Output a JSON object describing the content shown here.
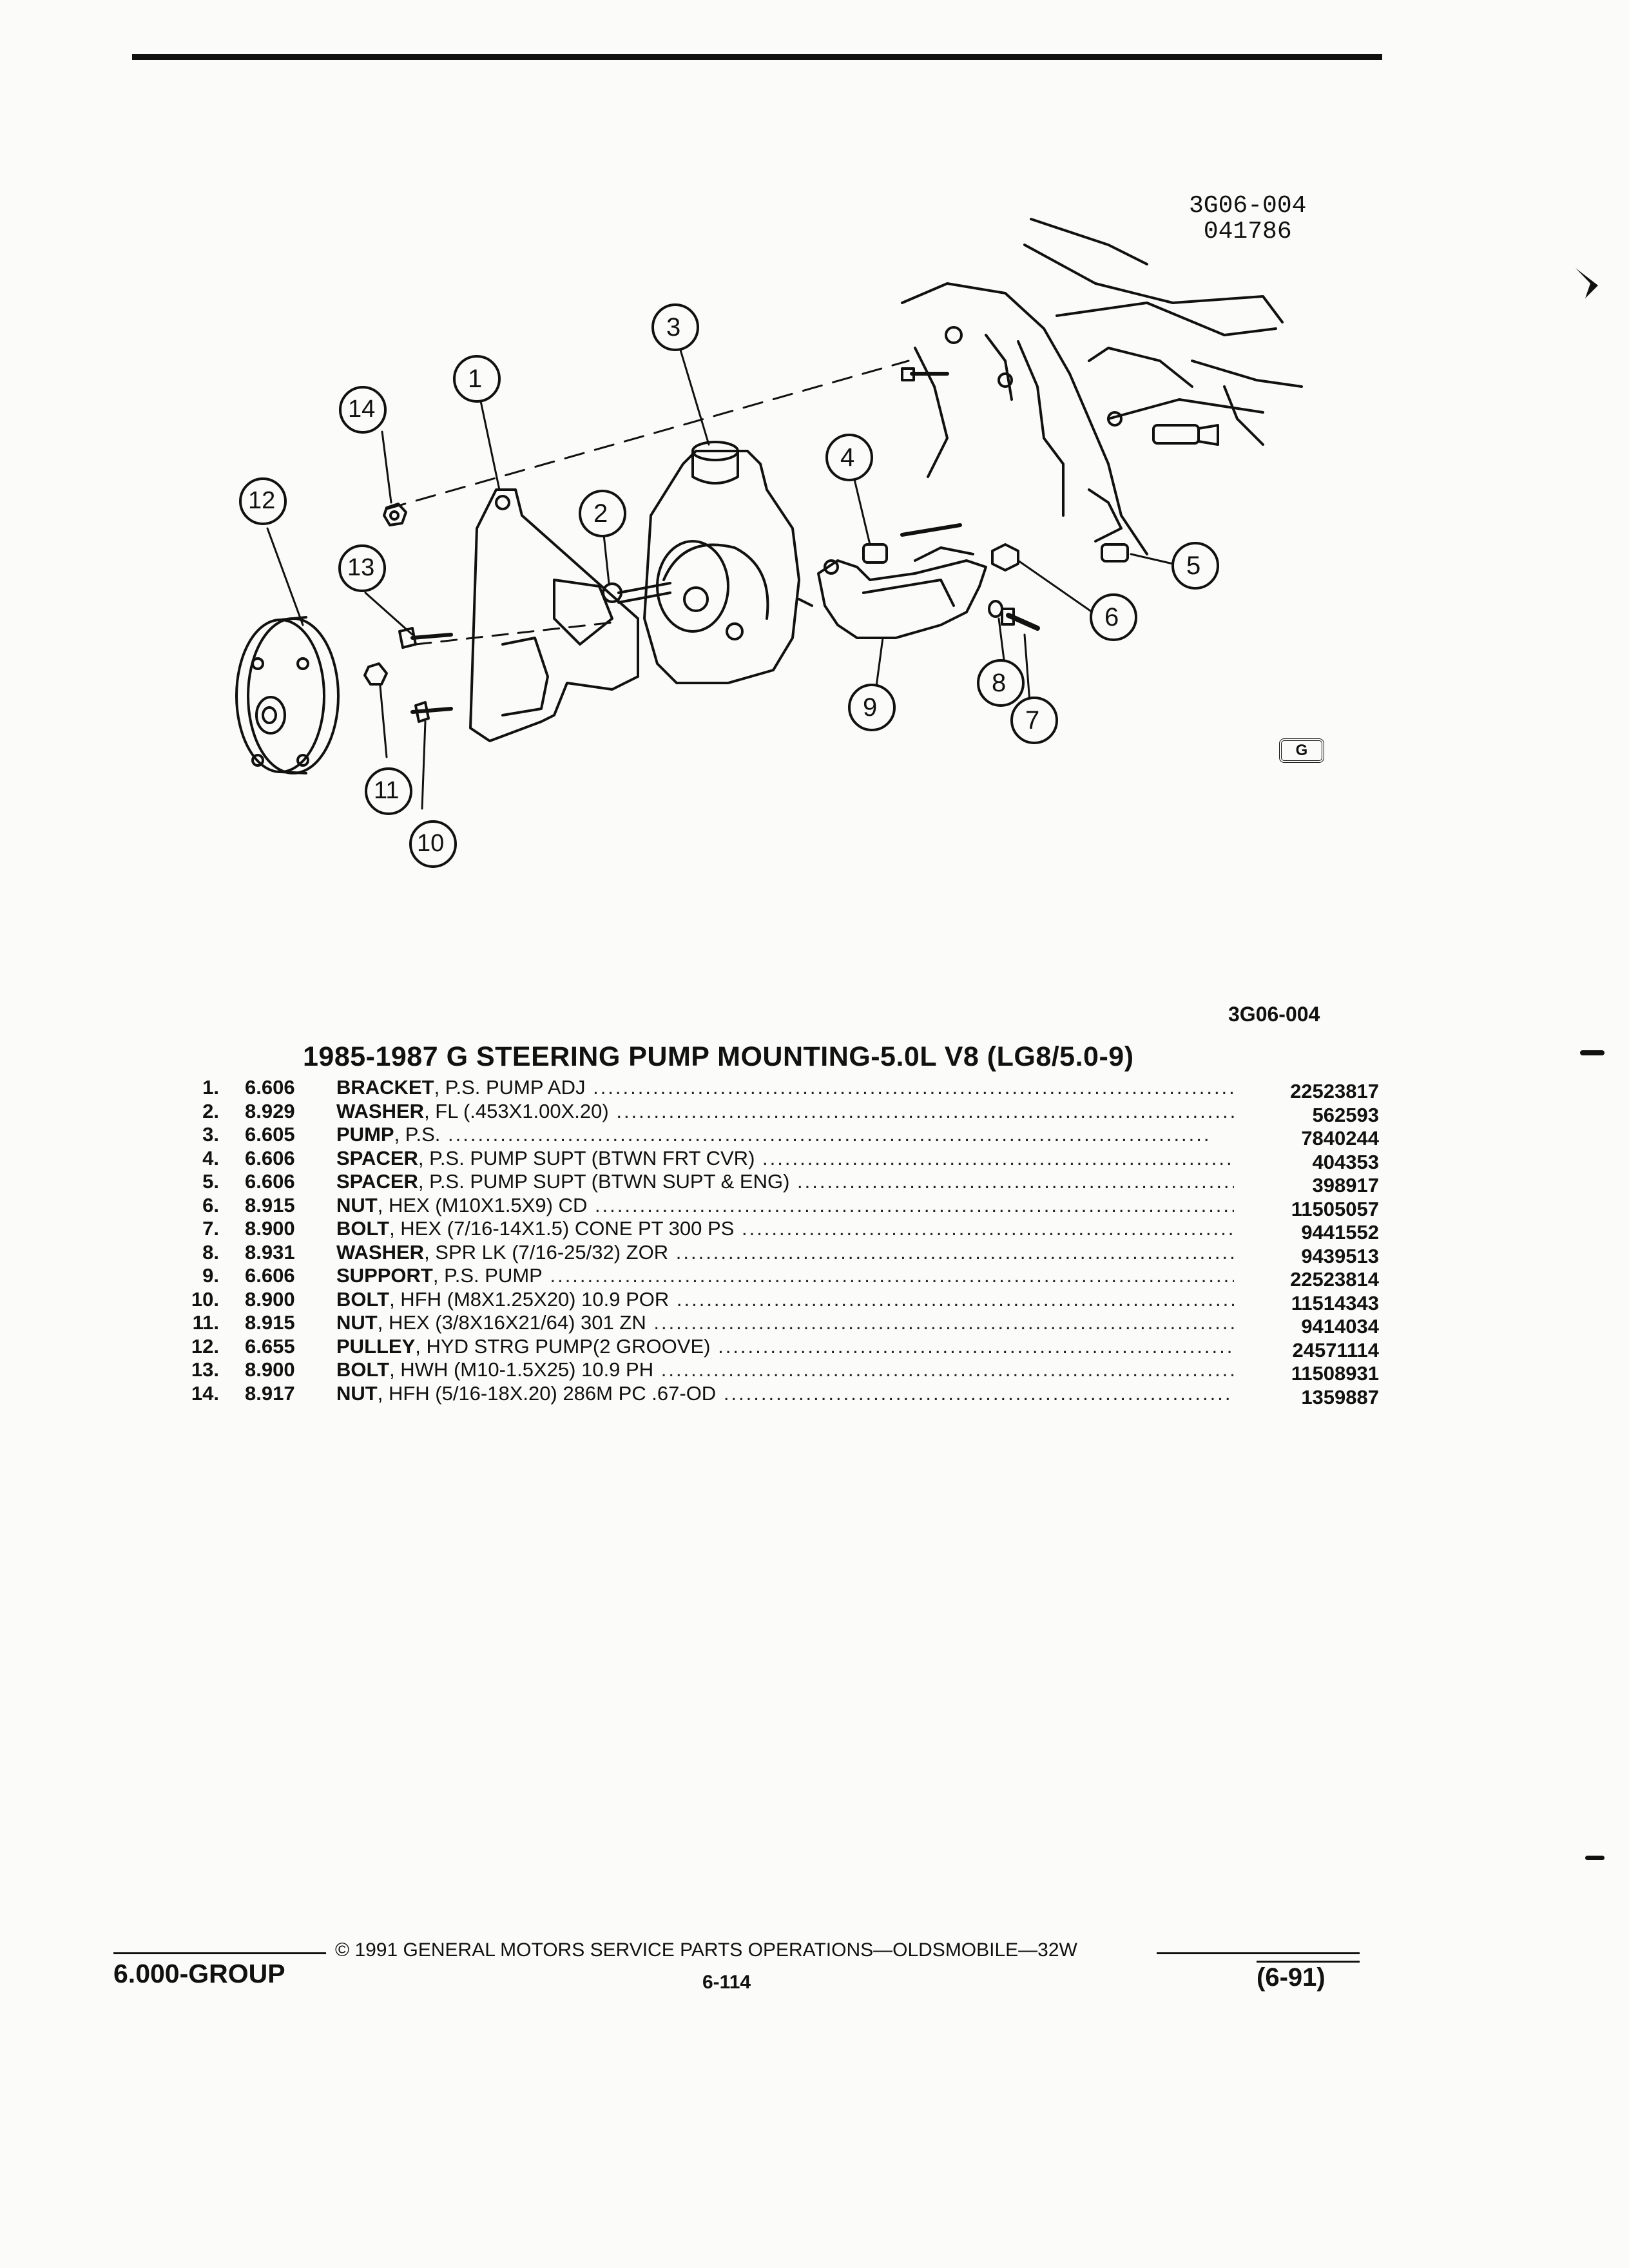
{
  "figure": {
    "id_line1": "3G06-004",
    "id_line2": "041786",
    "code": "3G06-004",
    "callouts": [
      "1",
      "2",
      "3",
      "4",
      "5",
      "6",
      "7",
      "8",
      "9",
      "10",
      "11",
      "12",
      "13",
      "14"
    ],
    "logo_letter": "G"
  },
  "title": "1985-1987 G STEERING PUMP MOUNTING-5.0L V8 (LG8/5.0-9)",
  "parts": [
    {
      "num": "1.",
      "group": "6.606",
      "name": "BRACKET",
      "desc": ", P.S. PUMP ADJ",
      "pn": "22523817"
    },
    {
      "num": "2.",
      "group": "8.929",
      "name": "WASHER",
      "desc": ", FL (.453X1.00X.20)",
      "pn": "562593"
    },
    {
      "num": "3.",
      "group": "6.605",
      "name": "PUMP",
      "desc": ", P.S.",
      "pn": "7840244"
    },
    {
      "num": "4.",
      "group": "6.606",
      "name": "SPACER",
      "desc": ", P.S. PUMP SUPT (BTWN FRT CVR)",
      "pn": "404353"
    },
    {
      "num": "5.",
      "group": "6.606",
      "name": "SPACER",
      "desc": ", P.S. PUMP SUPT (BTWN SUPT & ENG)",
      "pn": "398917"
    },
    {
      "num": "6.",
      "group": "8.915",
      "name": "NUT",
      "desc": ", HEX (M10X1.5X9) CD",
      "pn": "11505057"
    },
    {
      "num": "7.",
      "group": "8.900",
      "name": "BOLT",
      "desc": ", HEX (7/16-14X1.5) CONE PT 300 PS",
      "pn": "9441552"
    },
    {
      "num": "8.",
      "group": "8.931",
      "name": "WASHER",
      "desc": ", SPR LK (7/16-25/32) ZOR",
      "pn": "9439513"
    },
    {
      "num": "9.",
      "group": "6.606",
      "name": "SUPPORT",
      "desc": ", P.S. PUMP",
      "pn": "22523814"
    },
    {
      "num": "10.",
      "group": "8.900",
      "name": "BOLT",
      "desc": ", HFH (M8X1.25X20) 10.9 POR",
      "pn": "11514343"
    },
    {
      "num": "11.",
      "group": "8.915",
      "name": "NUT",
      "desc": ", HEX (3/8X16X21/64) 301 ZN",
      "pn": "9414034"
    },
    {
      "num": "12.",
      "group": "6.655",
      "name": "PULLEY",
      "desc": ", HYD STRG PUMP(2 GROOVE)",
      "pn": "24571114"
    },
    {
      "num": "13.",
      "group": "8.900",
      "name": "BOLT",
      "desc": ", HWH (M10-1.5X25) 10.9 PH",
      "pn": "11508931"
    },
    {
      "num": "14.",
      "group": "8.917",
      "name": "NUT",
      "desc": ", HFH (5/16-18X.20) 286M PC .67-OD",
      "pn": "1359887"
    }
  ],
  "footer": {
    "group": "6.000-GROUP",
    "copyright": "© 1991 GENERAL MOTORS SERVICE PARTS OPERATIONS—OLDSMOBILE—32W",
    "page": "6-114",
    "date": "(6-91)"
  }
}
